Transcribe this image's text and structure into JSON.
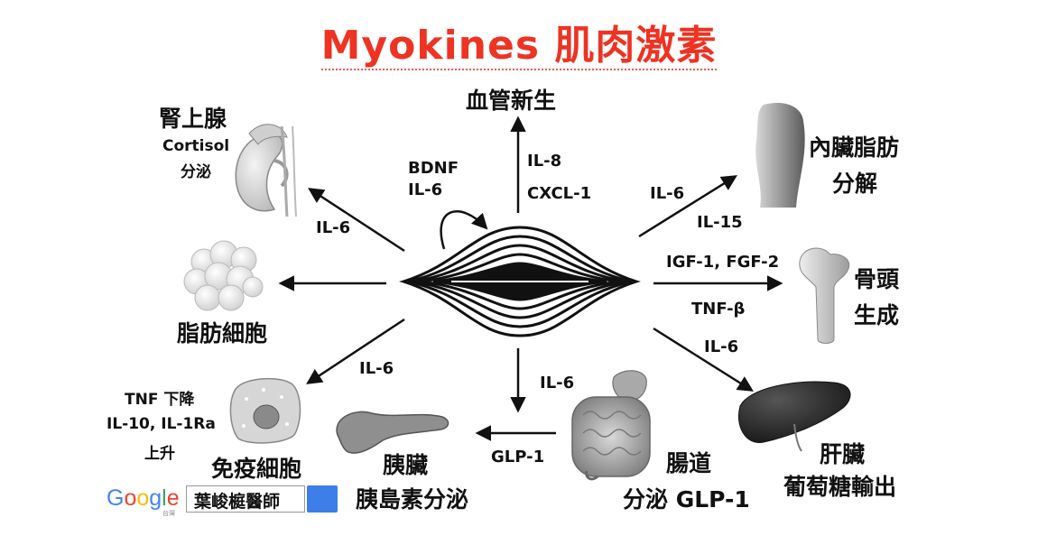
{
  "title": "Myokines 肌肉激素",
  "targets": {
    "adrenal": {
      "name": "腎上腺",
      "detail1": "Cortisol",
      "detail2": "分泌",
      "signal": "IL-6"
    },
    "angiogenesis": {
      "name": "血管新生",
      "signal1": "IL-8",
      "signal2": "CXCL-1"
    },
    "visceral_fat": {
      "name1": "內臟脂肪",
      "name2": "分解",
      "signal1": "IL-6",
      "signal2": "IL-15"
    },
    "self_loop": {
      "signal1": "BDNF",
      "signal2": "IL-6"
    },
    "adipocyte": {
      "name": "脂肪細胞"
    },
    "bone": {
      "name1": "骨頭",
      "name2": "生成",
      "signal1": "IGF-1, FGF-2",
      "signal2": "TNF-β"
    },
    "immune": {
      "name": "免疫細胞",
      "detail1": "TNF 下降",
      "detail2": "IL-10, IL-1Ra",
      "detail3": "上升",
      "signal": "IL-6"
    },
    "liver": {
      "name1": "肝臟",
      "name2": "葡萄糖輸出",
      "signal": "IL-6"
    },
    "intestine": {
      "name1": "腸道",
      "name2": "分泌 GLP-1",
      "signal": "IL-6"
    },
    "pancreas": {
      "name1": "胰臟",
      "name2": "胰島素分泌",
      "signal": "GLP-1"
    }
  },
  "search": {
    "logo": "Google",
    "logo_sub": "台灣",
    "query": "葉峻榳醫師",
    "button_icon": "search-icon"
  },
  "colors": {
    "title": "#ee3322",
    "search_button": "#3d7ee8"
  }
}
